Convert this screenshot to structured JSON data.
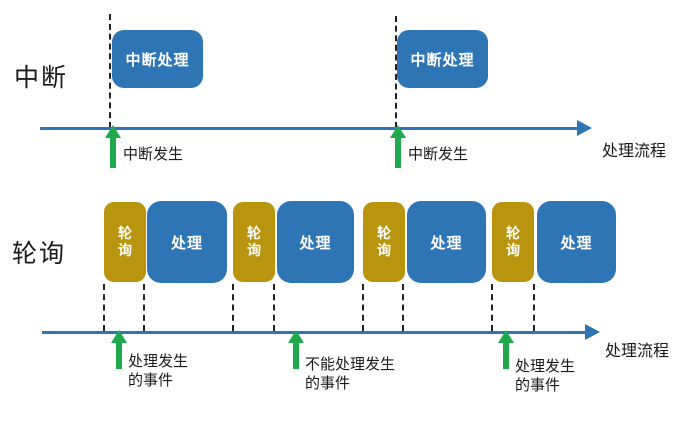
{
  "colors": {
    "box_blue": "#2E75B6",
    "box_gold": "#B8950D",
    "arrow_green": "#1FA94C",
    "timeline_blue": "#2E75B6",
    "dash_black": "#222222",
    "text_black": "#1a1a1a",
    "box_text_white": "#ffffff"
  },
  "interrupt": {
    "section_label": "中断",
    "timeline_label": "处理流程",
    "handlers": [
      {
        "label": "中断处理"
      },
      {
        "label": "中断处理"
      }
    ],
    "events": [
      {
        "label": "中断发生"
      },
      {
        "label": "中断发生"
      }
    ]
  },
  "polling": {
    "section_label": "轮询",
    "timeline_label": "处理流程",
    "cycles": [
      {
        "poll_label": "轮询",
        "process_label": "处理"
      },
      {
        "poll_label": "轮询",
        "process_label": "处理"
      },
      {
        "poll_label": "轮询",
        "process_label": "处理"
      },
      {
        "poll_label": "轮询",
        "process_label": "处理"
      }
    ],
    "events": [
      {
        "line1": "处理发生",
        "line2": "的事件"
      },
      {
        "line1": "不能处理发生",
        "line2": "的事件"
      },
      {
        "line1": "处理发生",
        "line2": "的事件"
      }
    ]
  }
}
